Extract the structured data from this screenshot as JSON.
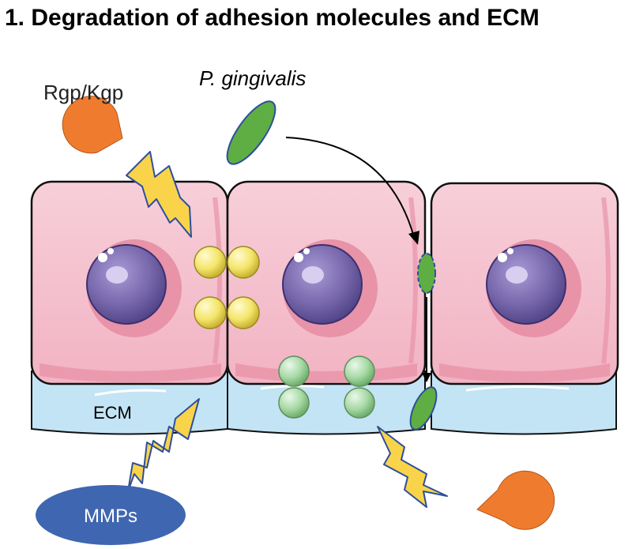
{
  "title": "1. Degradation of adhesion molecules and ECM",
  "labels": {
    "protease": "Rgp/Kgp",
    "bacterium": "P. gingivalis",
    "ecm": "ECM",
    "mmps": "MMPs"
  },
  "colors": {
    "cell_fill": "#f4c3cf",
    "cell_stroke": "#111111",
    "cell_shadow": "#e893a8",
    "nucleus": "#7a6aae",
    "nucleus_dark": "#5a4a8e",
    "ecm": "#c3e4f4",
    "protease": "#ef7c2e",
    "bacterium": "#5fae43",
    "bacterium_stroke": "#2e4f9c",
    "lightning_fill": "#f9d44a",
    "lightning_stroke": "#2e4f9c",
    "adhesion_yellow": "#f4e56a",
    "adhesion_green": "#a6d9a4",
    "mmps_fill": "#3f66b0"
  },
  "icons": [
    "pacman-protease-icon",
    "lightning-bolt-icon",
    "bacterium-icon",
    "cell-icon",
    "adhesion-molecule-icon"
  ]
}
